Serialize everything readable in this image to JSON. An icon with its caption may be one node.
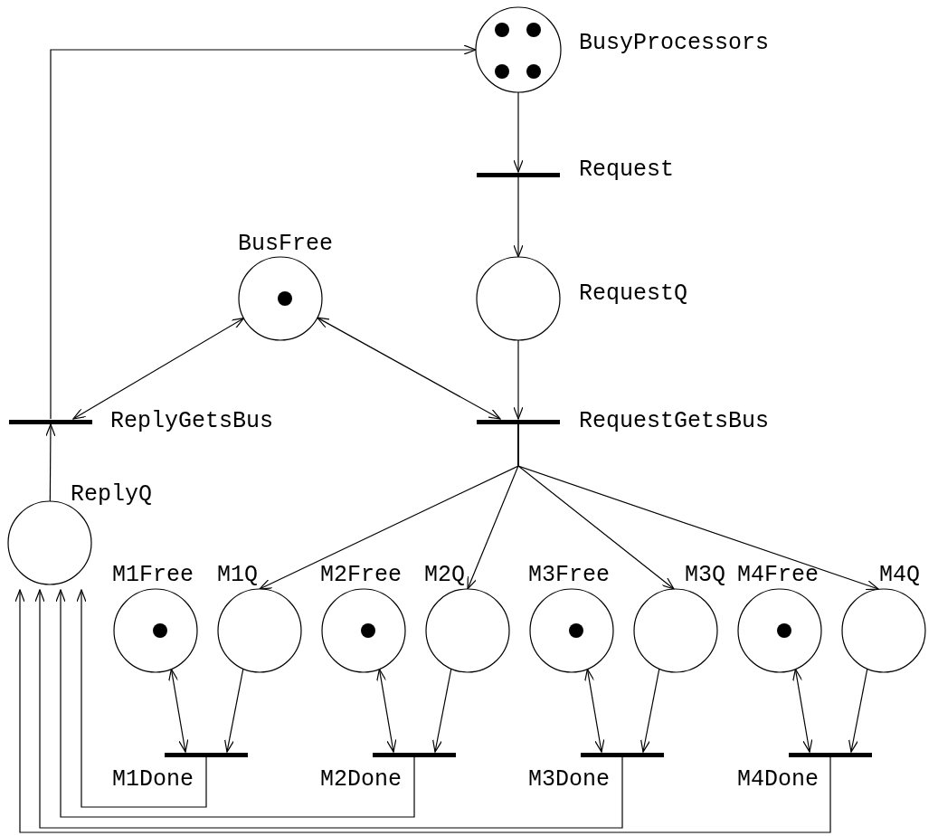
{
  "diagram": {
    "nodes": [
      {
        "text": [
          "BusyProcessors"
        ]
      },
      {
        "text": [
          "Request"
        ]
      },
      {
        "text": [
          "BusFree"
        ]
      },
      {
        "text": [
          "RequestQ"
        ]
      },
      {
        "text": [
          "ReplyGetsBus"
        ]
      },
      {
        "text": [
          "RequestGetsBus"
        ]
      },
      {
        "text": [
          "ReplyQ"
        ]
      },
      {
        "text": [
          "M1Free"
        ]
      },
      {
        "text": [
          "M1Q"
        ]
      },
      {
        "text": [
          "M2Free"
        ]
      },
      {
        "text": [
          "M2Q"
        ]
      },
      {
        "text": [
          "M3Free"
        ]
      },
      {
        "text": [
          "M3Q"
        ]
      },
      {
        "text": [
          "M4Free"
        ]
      },
      {
        "text": [
          "M4Q"
        ]
      },
      {
        "text": [
          "M1Done"
        ]
      },
      {
        "text": [
          "M2Done"
        ]
      },
      {
        "text": [
          "M3Done"
        ]
      },
      {
        "text": [
          "M4Done"
        ]
      }
    ],
    "edges": [
      {
        "from": 0,
        "to": 1,
        "arrow": "to"
      },
      {
        "from": 1,
        "to": 3,
        "arrow": "to"
      },
      {
        "from": 3,
        "to": 5,
        "arrow": "to"
      },
      {
        "from": 2,
        "to": 4,
        "arrow": "both"
      },
      {
        "from": 2,
        "to": 5,
        "arrow": "both"
      },
      {
        "from": 6,
        "to": 4,
        "arrow": "to"
      },
      {
        "from": 4,
        "to": 0,
        "arrow": "to"
      },
      {
        "from": 5,
        "to": 8,
        "arrow": "to"
      },
      {
        "from": 5,
        "to": 10,
        "arrow": "to"
      },
      {
        "from": 5,
        "to": 12,
        "arrow": "to"
      },
      {
        "from": 5,
        "to": 14,
        "arrow": "to"
      },
      {
        "from": 7,
        "to": 15,
        "arrow": "both"
      },
      {
        "from": 8,
        "to": 15,
        "arrow": "to"
      },
      {
        "from": 9,
        "to": 16,
        "arrow": "both"
      },
      {
        "from": 10,
        "to": 16,
        "arrow": "to"
      },
      {
        "from": 11,
        "to": 17,
        "arrow": "both"
      },
      {
        "from": 12,
        "to": 17,
        "arrow": "to"
      },
      {
        "from": 13,
        "to": 18,
        "arrow": "both"
      },
      {
        "from": 14,
        "to": 18,
        "arrow": "to"
      },
      {
        "from": 15,
        "to": 6,
        "arrow": "to"
      },
      {
        "from": 16,
        "to": 6,
        "arrow": "to"
      },
      {
        "from": 17,
        "to": 6,
        "arrow": "to"
      },
      {
        "from": 18,
        "to": 6,
        "arrow": "to"
      }
    ]
  }
}
